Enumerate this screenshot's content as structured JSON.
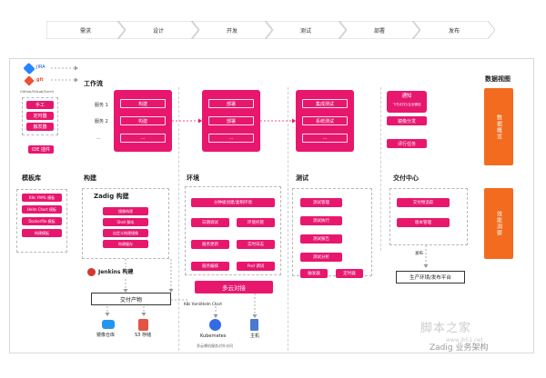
{
  "stages": [
    "需求",
    "设计",
    "开发",
    "测试",
    "部署",
    "发布"
  ],
  "left": {
    "jira": "JIRA",
    "git": "git",
    "git_sub": "GitHub/GitLab/Gerrit",
    "buttons": [
      "手工",
      "定时器",
      "触发器"
    ],
    "ide": "IDE 插件"
  },
  "workflow": {
    "title": "工作流",
    "service1": "服务 1",
    "service2": "服务 2",
    "more": "...",
    "col1": [
      "构建",
      "构建",
      "..."
    ],
    "col2": [
      "部署",
      "部署",
      "..."
    ],
    "col3": [
      "集成测试",
      "系统测试",
      "..."
    ],
    "notify_title": "通知",
    "notify_sub": "飞书/钉钉/企业微信",
    "col4": [
      "镜像分发",
      "评行任务"
    ]
  },
  "data_view": {
    "title": "数据视图",
    "b1": "数据概览",
    "b2": "效能洞察"
  },
  "template": {
    "title": "模板库",
    "items": [
      "K8s YAML 模板",
      "Helm Chart 模板",
      "Dockerfile 模板",
      "构建模板"
    ]
  },
  "build": {
    "title": "构建",
    "zadig_title": "Zadig 构建",
    "items": [
      "镜像构建",
      "Shell 脚本",
      "自定义构建镜像",
      "构建缓存"
    ],
    "jenkins": "Jenkins 构建",
    "artifact": "交付产物",
    "registry": "镜像仓库",
    "s3": "S3 存储"
  },
  "env": {
    "title": "环境",
    "top": "分钟级创建/复制环境",
    "rows": [
      [
        "日期调试",
        "环境托管"
      ],
      [
        "服务更新",
        "实时日志"
      ],
      [
        "服务编排",
        "Pod 调试"
      ]
    ],
    "multi": "多云对接",
    "k8s_label": "K8s Yaml/Helm Chart",
    "k8s": "Kubernetes",
    "host": "主机"
  },
  "test": {
    "title": "测试",
    "items": [
      "测试管理",
      "测试执行",
      "测试报告",
      "测试分析"
    ],
    "row": [
      "触发器",
      "定时器"
    ]
  },
  "delivery": {
    "title": "交付中心",
    "items": [
      "交付物追踪",
      "版本管理"
    ],
    "publish": "发布",
    "platform": "生产环境/发布平台"
  },
  "footer": {
    "note": "多云裸机服务对外访问",
    "brand": "Zadig 业务架构",
    "watermark": "脚本之家",
    "watermark_url": "www.jb51.net"
  },
  "colors": {
    "accent": "#e8176e",
    "orange": "#f36b1f"
  }
}
